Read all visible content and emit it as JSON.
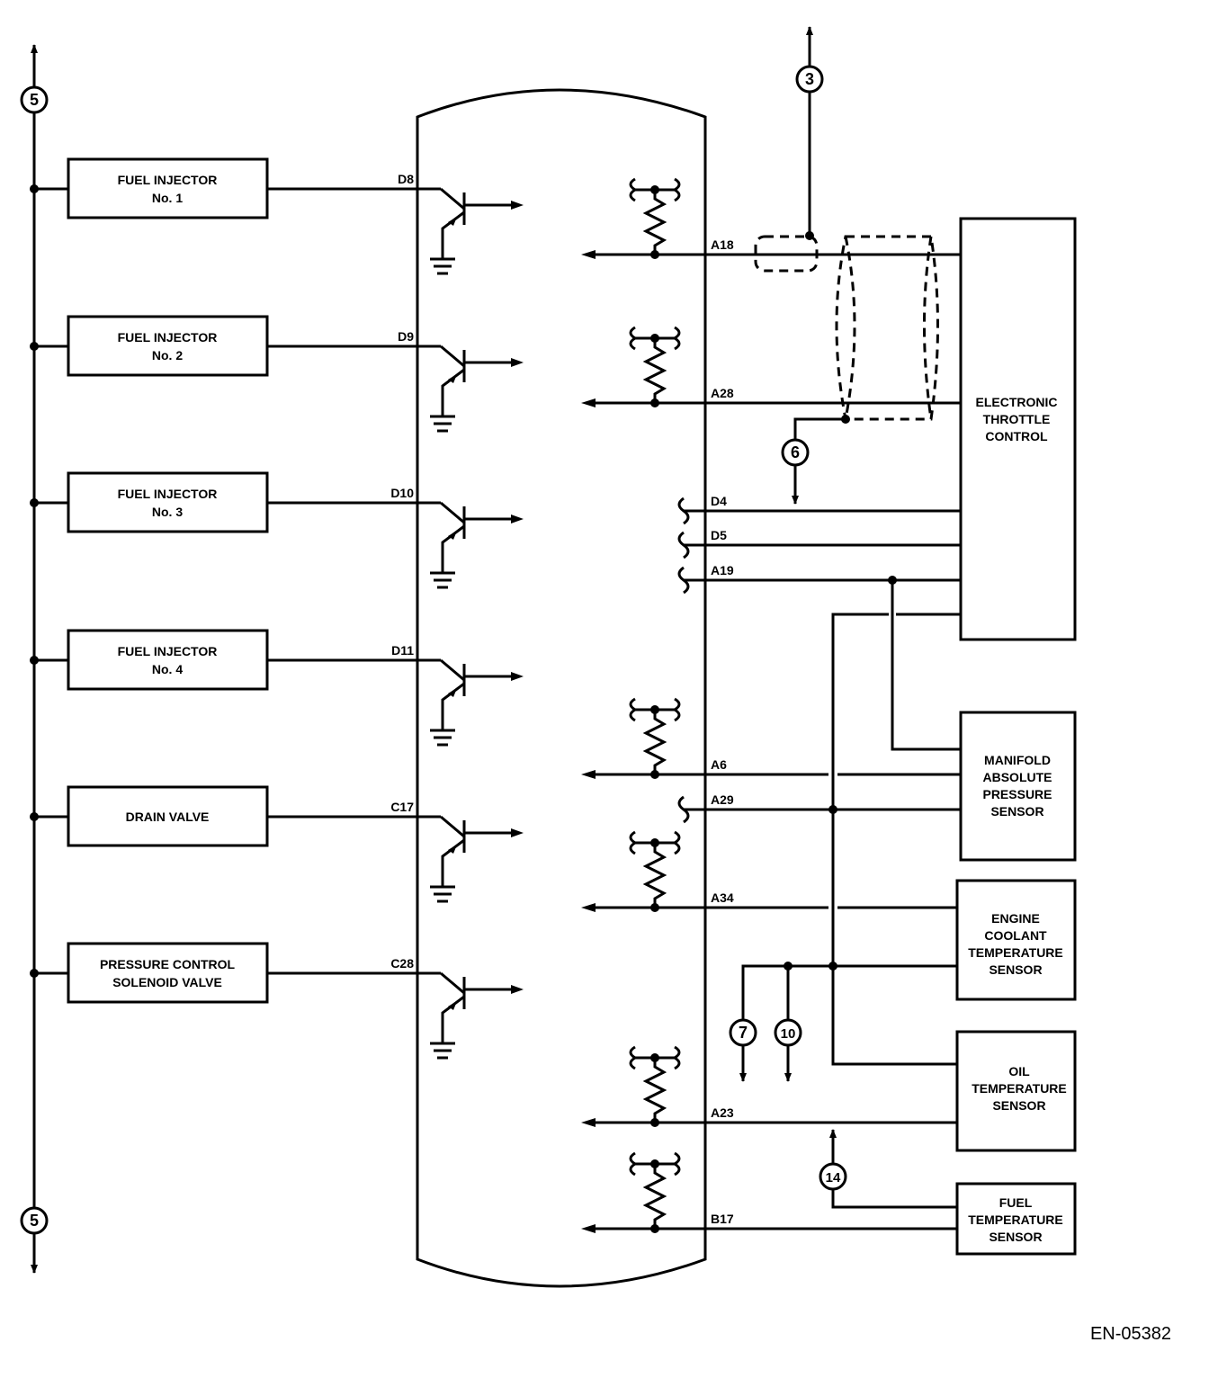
{
  "diagram": {
    "title": "",
    "doc_id": "EN-05382",
    "bus_ref": "5",
    "left_components": [
      {
        "name": "fuel-injector-1",
        "lines": [
          "FUEL INJECTOR",
          "No. 1"
        ],
        "pin": "D8"
      },
      {
        "name": "fuel-injector-2",
        "lines": [
          "FUEL INJECTOR",
          "No. 2"
        ],
        "pin": "D9"
      },
      {
        "name": "fuel-injector-3",
        "lines": [
          "FUEL INJECTOR",
          "No. 3"
        ],
        "pin": "D10"
      },
      {
        "name": "fuel-injector-4",
        "lines": [
          "FUEL INJECTOR",
          "No. 4"
        ],
        "pin": "D11"
      },
      {
        "name": "drain-valve",
        "lines": [
          "DRAIN VALVE"
        ],
        "pin": "C17"
      },
      {
        "name": "pressure-control-solenoid-valve",
        "lines": [
          "PRESSURE CONTROL",
          "SOLENOID VALVE"
        ],
        "pin": "C28"
      }
    ],
    "right_components": [
      {
        "name": "electronic-throttle-control",
        "lines": [
          "ELECTRONIC",
          "THROTTLE",
          "CONTROL"
        ]
      },
      {
        "name": "manifold-absolute-pressure-sensor",
        "lines": [
          "MANIFOLD",
          "ABSOLUTE",
          "PRESSURE",
          "SENSOR"
        ]
      },
      {
        "name": "engine-coolant-temperature-sensor",
        "lines": [
          "ENGINE",
          "COOLANT",
          "TEMPERATURE",
          "SENSOR"
        ]
      },
      {
        "name": "oil-temperature-sensor",
        "lines": [
          "OIL",
          "TEMPERATURE",
          "SENSOR"
        ]
      },
      {
        "name": "fuel-temperature-sensor",
        "lines": [
          "FUEL",
          "TEMPERATURE",
          "SENSOR"
        ]
      }
    ],
    "right_pins": [
      "A18",
      "A28",
      "D4",
      "D5",
      "A19",
      "A6",
      "A29",
      "A34",
      "A23",
      "B17"
    ],
    "connector_refs": [
      "3",
      "6",
      "7",
      "10",
      "14"
    ]
  }
}
